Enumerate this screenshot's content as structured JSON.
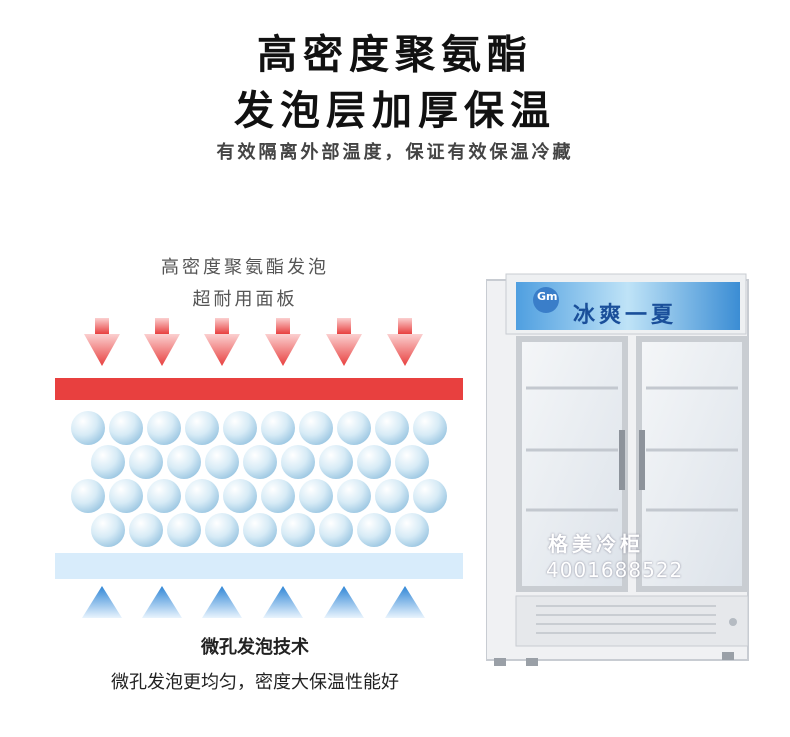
{
  "header": {
    "title_line1": "高密度聚氨酯",
    "title_line2": "发泡层加厚保温",
    "subtitle": "有效隔离外部温度，保证有效保温冷藏"
  },
  "diagram": {
    "top_label_line1": "高密度聚氨酯发泡",
    "top_label_line2": "超耐用面板",
    "bottom_label_line1": "微孔发泡技术",
    "bottom_label_line2": "微孔发泡更均匀，密度大保温性能好",
    "colors": {
      "hot_arrow": "#e8403f",
      "hot_layer": "#e8403f",
      "cold_arrow": "#3a8fd8",
      "cold_layer": "#d6ebfa",
      "bubble": "#b9dcef"
    }
  },
  "fridge": {
    "logo": "Gm",
    "banner": "冰爽一夏",
    "brand": "格美冷柜",
    "phone": "4001688522"
  }
}
